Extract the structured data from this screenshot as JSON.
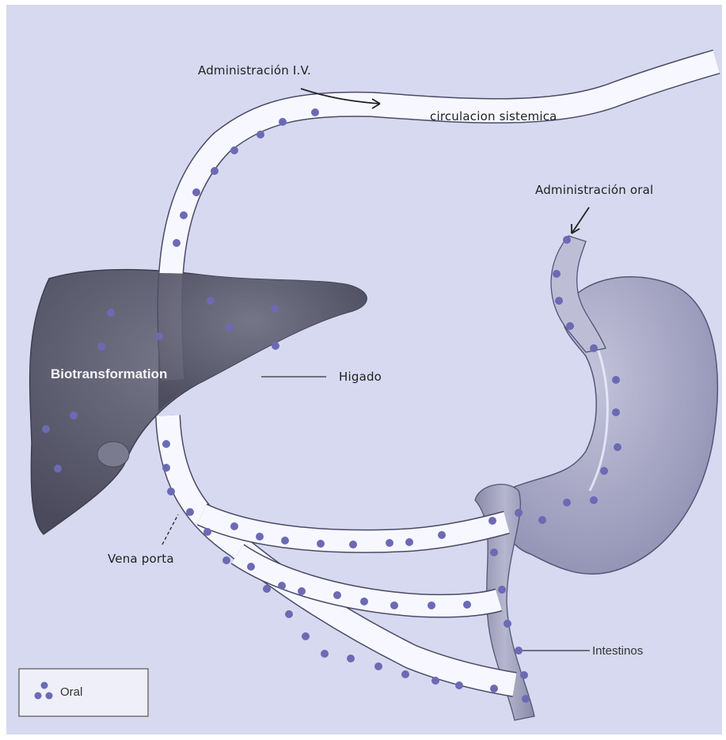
{
  "labels": {
    "iv_admin": "Administración I.V.",
    "systemic": "circulacion sistemica",
    "oral_admin": "Administración oral",
    "biotransformation": "Biotransformation",
    "liver": "Higado",
    "portal_vein": "Vena porta",
    "intestines": "Intestinos"
  },
  "legend": {
    "label": "Oral",
    "marker": "drug-dot"
  },
  "colors": {
    "background": "#d7d9f0",
    "vessel": "#f7f8ff",
    "dot": "#6c6ab4",
    "liver": "#5b5b6f",
    "stomach": "#a9a9c8",
    "intestine": "#9c9cb8"
  }
}
